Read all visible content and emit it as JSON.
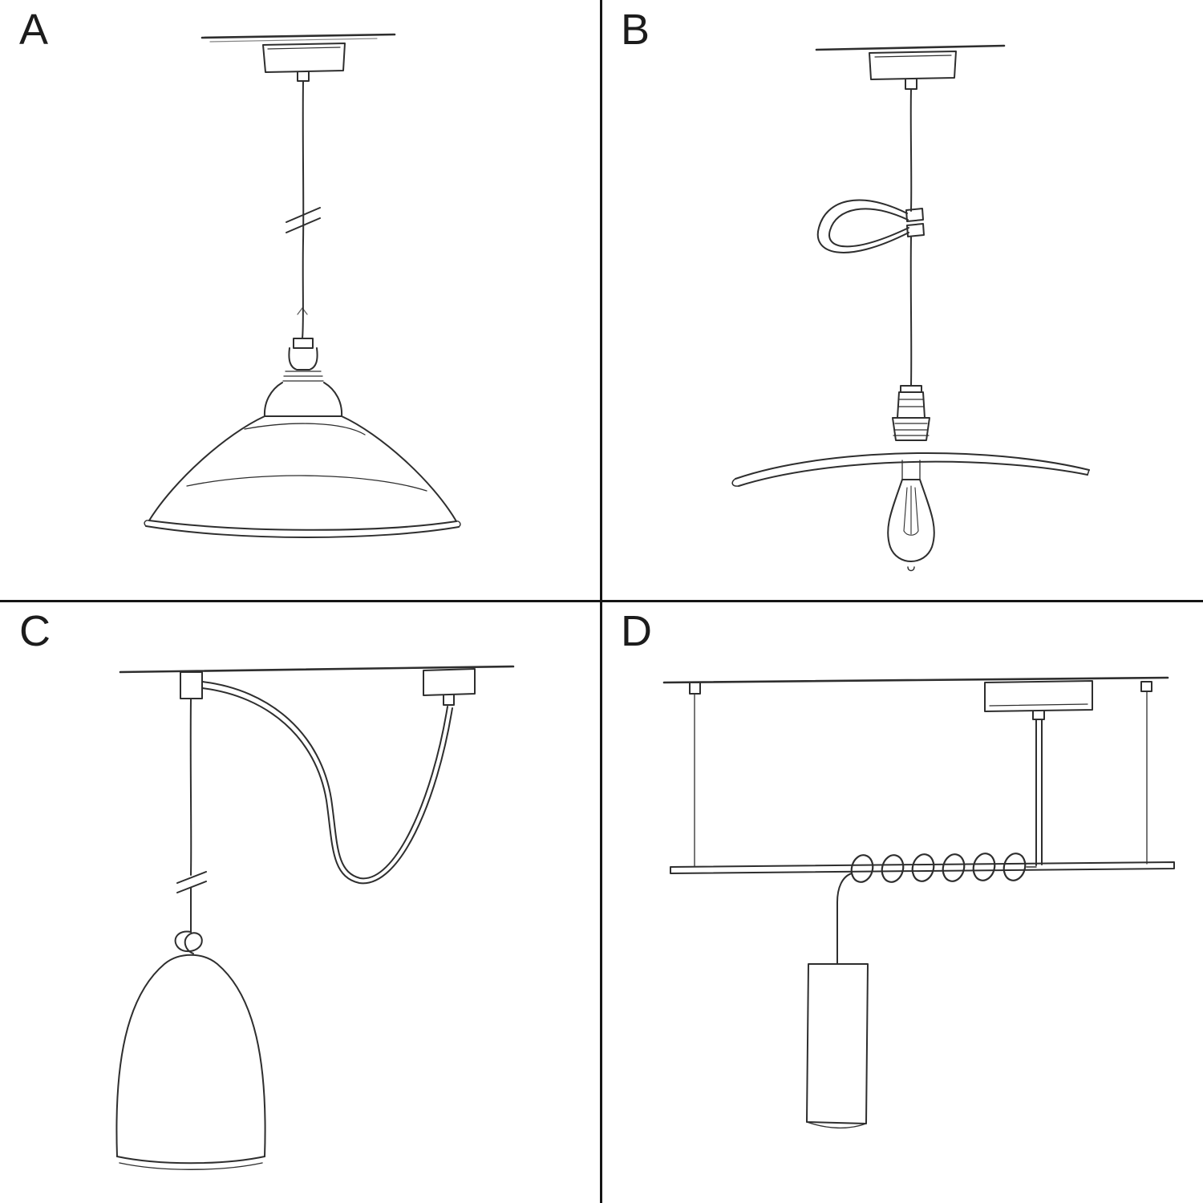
{
  "panels": [
    {
      "label": "A",
      "sketch": "pendant-with-industrial-bowl-shade"
    },
    {
      "label": "B",
      "sketch": "pendant-with-flat-plate-shade-and-exposed-bulb"
    },
    {
      "label": "C",
      "sketch": "swag-pendant-with-hook-and-bell-dome-shade"
    },
    {
      "label": "D",
      "sketch": "suspended-bar-with-wrapped-cord-and-tube-shade"
    }
  ],
  "colors": {
    "ink": "#2e2e2e",
    "divider": "#151515",
    "background": "#ffffff"
  }
}
